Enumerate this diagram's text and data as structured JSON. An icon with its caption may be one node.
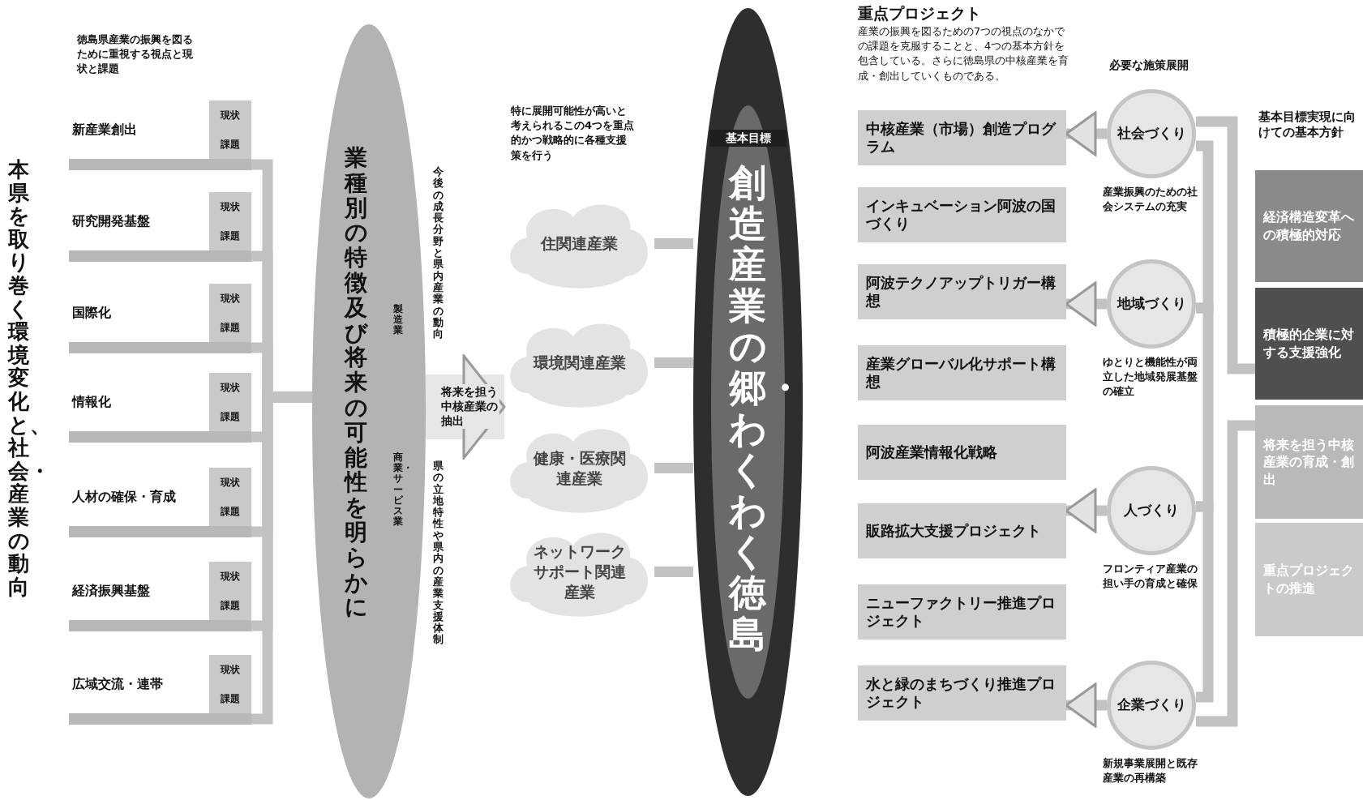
{
  "diagram": {
    "nodes": [
      {
        "text": [
          "新産業創出",
          "現状",
          "課題"
        ]
      },
      {
        "text": [
          "研究開発基盤",
          "現状",
          "課題"
        ]
      },
      {
        "text": [
          "国際化",
          "現状",
          "課題"
        ]
      },
      {
        "text": [
          "情報化",
          "現状",
          "課題"
        ]
      },
      {
        "text": [
          "人材の確保・育成",
          "現状",
          "課題"
        ]
      },
      {
        "text": [
          "経済振興基盤",
          "現状",
          "課題"
        ]
      },
      {
        "text": [
          "広域交流・連帯",
          "現状",
          "課題"
        ]
      },
      {
        "text": [
          "業種別の特徴及び将来の可能性を明らかに",
          "製造業",
          "商業・サービス業"
        ]
      },
      {
        "text": [
          "住関連産業"
        ]
      },
      {
        "text": [
          "環境関連産業"
        ]
      },
      {
        "text": [
          "健康・医療関連産業"
        ]
      },
      {
        "text": [
          "ネットワークサポート関連産業"
        ]
      },
      {
        "text": [
          "基本目標",
          "創造産業の郷・わくわく徳島"
        ]
      },
      {
        "text": [
          "中核産業（市場）創造プログラム"
        ]
      },
      {
        "text": [
          "インキュベーション阿波の国づくり"
        ]
      },
      {
        "text": [
          "阿波テクノアップトリガー構想"
        ]
      },
      {
        "text": [
          "産業グローバル化サポート構想"
        ]
      },
      {
        "text": [
          "阿波産業情報化戦略"
        ]
      },
      {
        "text": [
          "販路拡大支援プロジェクト"
        ]
      },
      {
        "text": [
          "ニューファクトリー推進プロジェクト"
        ]
      },
      {
        "text": [
          "水と緑のまちづくり推進プロジェクト"
        ]
      },
      {
        "text": [
          "社会づくり"
        ],
        "beside": [
          "産業振興のための社会システムの充実"
        ]
      },
      {
        "text": [
          "地域づくり"
        ],
        "beside": [
          "ゆとりと機能性が両立した地域発展基盤の確立"
        ]
      },
      {
        "text": [
          "人づくり"
        ],
        "beside": [
          "フロンティア産業の担い手の育成と確保"
        ]
      },
      {
        "text": [
          "企業づくり"
        ],
        "beside": [
          "新規事業展開と既存産業の再構築"
        ]
      },
      {
        "text": [
          "経済構造変革への積極的対応"
        ]
      },
      {
        "text": [
          "積極的企業に対する支援強化"
        ]
      },
      {
        "text": [
          "将来を担う中核産業の育成・創出"
        ]
      },
      {
        "text": [
          "重点プロジェクトの推進"
        ]
      }
    ],
    "edges": [
      {
        "from": 0,
        "to": 7,
        "arrow": "none"
      },
      {
        "from": 1,
        "to": 7,
        "arrow": "none"
      },
      {
        "from": 2,
        "to": 7,
        "arrow": "none"
      },
      {
        "from": 3,
        "to": 7,
        "arrow": "none"
      },
      {
        "from": 4,
        "to": 7,
        "arrow": "none"
      },
      {
        "from": 5,
        "to": 7,
        "arrow": "none"
      },
      {
        "from": 6,
        "to": 7,
        "arrow": "none"
      },
      {
        "from": 7,
        "to": 9,
        "arrow": "to",
        "label": "将来を担う中核産業の抽出",
        "style": "thick"
      },
      {
        "from": 8,
        "to": 12,
        "arrow": "none"
      },
      {
        "from": 9,
        "to": 12,
        "arrow": "none"
      },
      {
        "from": 10,
        "to": 12,
        "arrow": "none"
      },
      {
        "from": 11,
        "to": 12,
        "arrow": "none"
      },
      {
        "from": 21,
        "to": 13,
        "arrow": "to"
      },
      {
        "from": 22,
        "to": 15,
        "arrow": "to"
      },
      {
        "from": 23,
        "to": 18,
        "arrow": "to"
      },
      {
        "from": 24,
        "to": 20,
        "arrow": "to"
      },
      {
        "from": 21,
        "to": 26,
        "arrow": "none"
      },
      {
        "from": 21,
        "to": 22,
        "arrow": "none"
      },
      {
        "from": 22,
        "to": 23,
        "arrow": "none"
      },
      {
        "from": 23,
        "to": 24,
        "arrow": "none"
      },
      {
        "from": 27,
        "to": 24,
        "arrow": "none"
      }
    ],
    "labels": [
      "本県を取り巻く環境変化と、社会・産業の動向",
      "徳島県産業の振興を図るために重視する視点と現状と課題",
      "特に展開可能性が高いと考えられるこの4つを重点的かつ戦略的に各種支援策を行う",
      "重点プロジェクト",
      "産業の振興を図るための7つの視点のなかでの課題を克服することと、4つの基本方針を包含している。さらに徳島県の中核産業を育成・創出していくものである。",
      "必要な施策展開",
      "基本目標実現に向けての基本方針",
      "今後の成長分野と県内産業の動向",
      "県の立地特性や県内の産業支援体制"
    ]
  }
}
